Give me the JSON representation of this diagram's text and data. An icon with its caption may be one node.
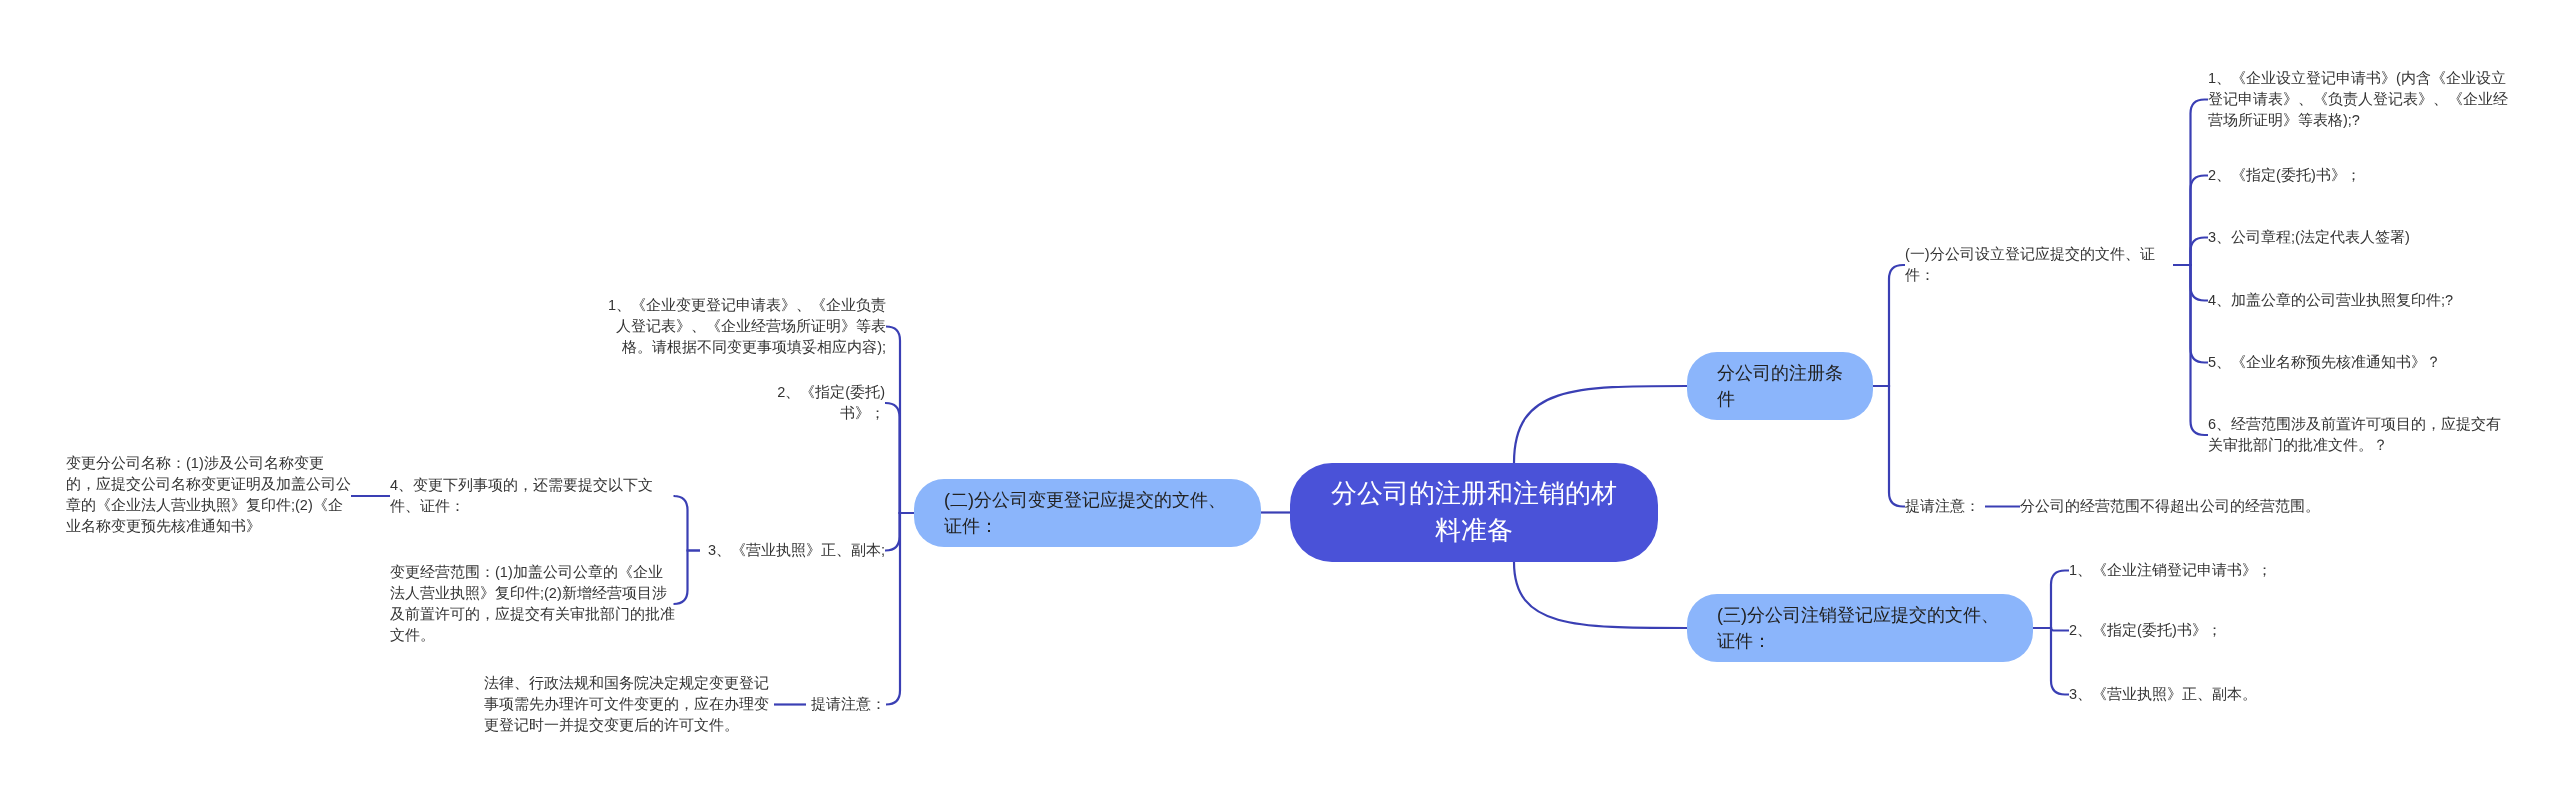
{
  "diagram": {
    "nodes": [
      {
        "text": [
          "分公司的注册和注销的材料准备"
        ]
      },
      {
        "text": [
          "分公司的注册条件"
        ]
      },
      {
        "text": [
          "(一)分公司设立登记应提交的文件、证件："
        ]
      },
      {
        "text": [
          "1、《企业设立登记申请书》(内含《企业设立登记申请表》、《负责人登记表》、《企业经营场所证明》等表格);?"
        ]
      },
      {
        "text": [
          "2、《指定(委托)书》；"
        ]
      },
      {
        "text": [
          "3、公司章程;(法定代表人签署)"
        ]
      },
      {
        "text": [
          "4、加盖公章的公司营业执照复印件;?"
        ]
      },
      {
        "text": [
          "5、《企业名称预先核准通知书》？"
        ]
      },
      {
        "text": [
          "6、经营范围涉及前置许可项目的，应提交有关审批部门的批准文件。？"
        ]
      },
      {
        "text": [
          "提请注意："
        ]
      },
      {
        "text": [
          "分公司的经营范围不得超出公司的经营范围。"
        ]
      },
      {
        "text": [
          "(三)分公司注销登记应提交的文件、证件："
        ]
      },
      {
        "text": [
          "1、《企业注销登记申请书》；"
        ]
      },
      {
        "text": [
          "2、《指定(委托)书》；"
        ]
      },
      {
        "text": [
          "3、《营业执照》正、副本。"
        ]
      },
      {
        "text": [
          "(二)分公司变更登记应提交的文件、证件："
        ]
      },
      {
        "text": [
          "1、《企业变更登记申请表》、《企业负责人登记表》、《企业经营场所证明》等表格。请根据不同变更事项填妥相应内容);"
        ]
      },
      {
        "text": [
          "2、《指定(委托)书》；"
        ]
      },
      {
        "text": [
          "3、《营业执照》正、副本;"
        ]
      },
      {
        "text": [
          "4、变更下列事项的，还需要提交以下文件、证件："
        ]
      },
      {
        "text": [
          "变更分公司名称：(1)涉及公司名称变更的，应提交公司名称变更证明及加盖公司公章的《企业法人营业执照》复印件;(2)《企业名称变更预先核准通知书》"
        ]
      },
      {
        "text": [
          "变更经营范围：(1)加盖公司公章的《企业法人营业执照》复印件;(2)新增经营项目涉及前置许可的，应提交有关审批部门的批准文件。"
        ]
      },
      {
        "text": [
          "提请注意："
        ]
      },
      {
        "text": [
          "法律、行政法规和国务院决定规定变更登记事项需先办理许可文件变更的，应在办理变更登记时一并提交变更后的许可文件。"
        ]
      }
    ],
    "edges": [
      {
        "from": 0,
        "to": 1,
        "arrow": "none"
      },
      {
        "from": 1,
        "to": 2,
        "arrow": "none"
      },
      {
        "from": 2,
        "to": 3,
        "arrow": "none"
      },
      {
        "from": 2,
        "to": 4,
        "arrow": "none"
      },
      {
        "from": 2,
        "to": 5,
        "arrow": "none"
      },
      {
        "from": 2,
        "to": 6,
        "arrow": "none"
      },
      {
        "from": 2,
        "to": 7,
        "arrow": "none"
      },
      {
        "from": 2,
        "to": 8,
        "arrow": "none"
      },
      {
        "from": 1,
        "to": 9,
        "arrow": "none"
      },
      {
        "from": 9,
        "to": 10,
        "arrow": "none"
      },
      {
        "from": 0,
        "to": 11,
        "arrow": "none"
      },
      {
        "from": 11,
        "to": 12,
        "arrow": "none"
      },
      {
        "from": 11,
        "to": 13,
        "arrow": "none"
      },
      {
        "from": 11,
        "to": 14,
        "arrow": "none"
      },
      {
        "from": 0,
        "to": 15,
        "arrow": "none"
      },
      {
        "from": 15,
        "to": 16,
        "arrow": "none"
      },
      {
        "from": 15,
        "to": 17,
        "arrow": "none"
      },
      {
        "from": 15,
        "to": 18,
        "arrow": "none"
      },
      {
        "from": 18,
        "to": 19,
        "arrow": "none"
      },
      {
        "from": 19,
        "to": 20,
        "arrow": "none"
      },
      {
        "from": 18,
        "to": 21,
        "arrow": "none"
      },
      {
        "from": 15,
        "to": 22,
        "arrow": "none"
      },
      {
        "from": 22,
        "to": 23,
        "arrow": "none"
      }
    ]
  }
}
